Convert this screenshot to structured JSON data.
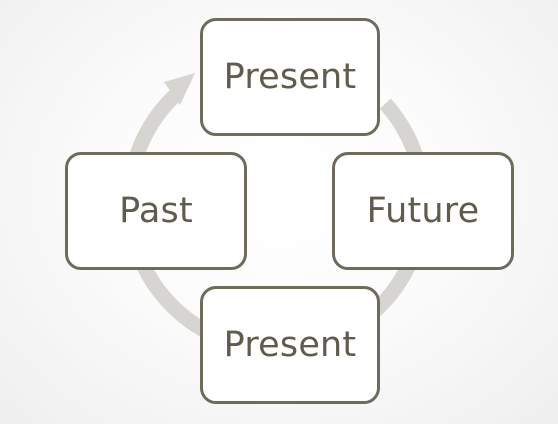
{
  "diagram": {
    "type": "cycle",
    "nodes": [
      {
        "id": "top",
        "label": "Present"
      },
      {
        "id": "right",
        "label": "Future"
      },
      {
        "id": "bottom",
        "label": "Present"
      },
      {
        "id": "left",
        "label": "Past"
      }
    ],
    "connector": {
      "style": "circular-arrow",
      "direction": "clockwise",
      "color": "#d6d5d1"
    },
    "colors": {
      "node_border": "#6f6b5c",
      "node_fill": "#ffffff",
      "text": "#5f5b4d"
    }
  }
}
